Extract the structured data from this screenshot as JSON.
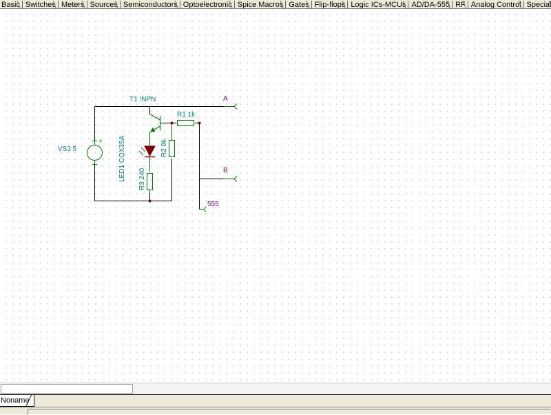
{
  "toolbar": {
    "tabs": [
      "Basic",
      "Switches",
      "Meters",
      "Sources",
      "Semiconductors",
      "Optoelectronic",
      "Spice Macros",
      "Gates",
      "Flip-flops",
      "Logic ICs-MCUs",
      "AD/DA-555",
      "RF",
      "Analog Control",
      "Special"
    ]
  },
  "schematic": {
    "labels": {
      "transistor": "T1 !NPN",
      "resistor1": "R1 1k",
      "resistor2": "R2 9k",
      "resistor3": "R3 240",
      "led": "LED1 CQX35A",
      "source": "VS1 5",
      "source_plus": "+",
      "terminal_a": "A",
      "terminal_b": "B",
      "terminal_555": "555"
    },
    "colors": {
      "wire": "#000000",
      "component": "#008000",
      "component_label": "#008080",
      "terminal_label": "#800080",
      "led_fill": "#800000"
    }
  },
  "sheets": {
    "active": "Noname"
  }
}
